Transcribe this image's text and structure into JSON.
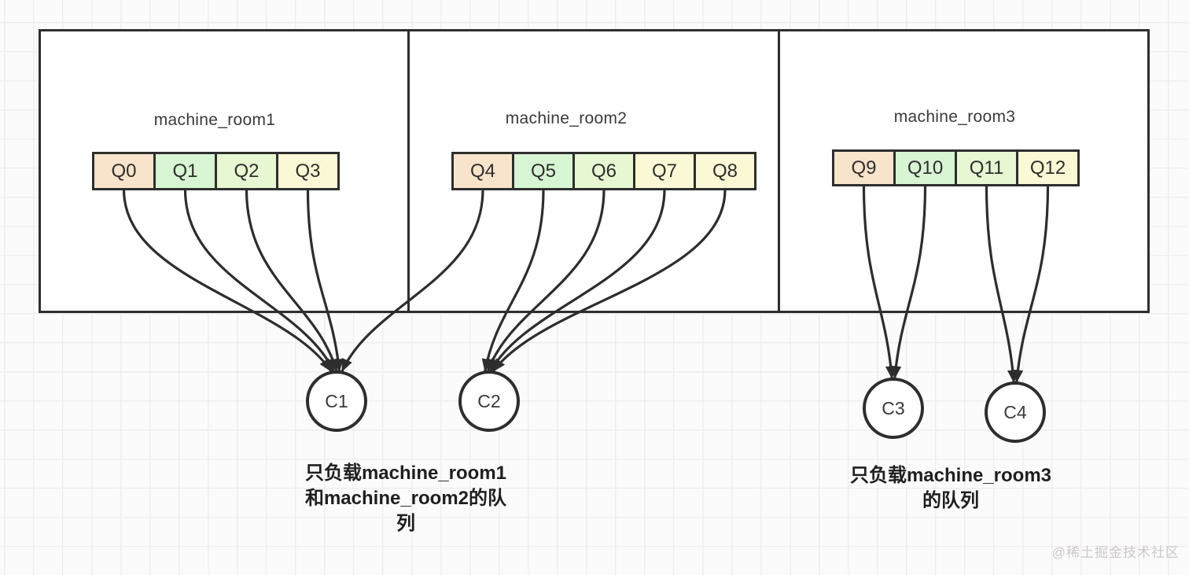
{
  "colors": {
    "stroke": "#2d2d2d",
    "queue_peach": "#f8e4cb",
    "queue_green": "#d7f5d3",
    "queue_pale_green": "#e6f7d2",
    "queue_yellow": "#fbf9d5"
  },
  "rooms": [
    {
      "name": "machine_room1",
      "queues": [
        {
          "label": "Q0",
          "color": "#f8e4cb"
        },
        {
          "label": "Q1",
          "color": "#d7f5d3"
        },
        {
          "label": "Q2",
          "color": "#e6f7d2"
        },
        {
          "label": "Q3",
          "color": "#fbf9d5"
        }
      ]
    },
    {
      "name": "machine_room2",
      "queues": [
        {
          "label": "Q4",
          "color": "#f8e4cb"
        },
        {
          "label": "Q5",
          "color": "#d7f5d3"
        },
        {
          "label": "Q6",
          "color": "#e6f7d2"
        },
        {
          "label": "Q7",
          "color": "#fbf9d5"
        },
        {
          "label": "Q8",
          "color": "#fbf9d5"
        }
      ]
    },
    {
      "name": "machine_room3",
      "queues": [
        {
          "label": "Q9",
          "color": "#f8e4cb"
        },
        {
          "label": "Q10",
          "color": "#d7f5d3"
        },
        {
          "label": "Q11",
          "color": "#e6f7d2"
        },
        {
          "label": "Q12",
          "color": "#fbf9d5"
        }
      ]
    }
  ],
  "consumers": [
    {
      "label": "C1"
    },
    {
      "label": "C2"
    },
    {
      "label": "C3"
    },
    {
      "label": "C4"
    }
  ],
  "edges": [
    {
      "from": "Q0",
      "to": "C1"
    },
    {
      "from": "Q1",
      "to": "C1"
    },
    {
      "from": "Q2",
      "to": "C1"
    },
    {
      "from": "Q3",
      "to": "C1"
    },
    {
      "from": "Q4",
      "to": "C1"
    },
    {
      "from": "Q5",
      "to": "C2"
    },
    {
      "from": "Q6",
      "to": "C2"
    },
    {
      "from": "Q7",
      "to": "C2"
    },
    {
      "from": "Q8",
      "to": "C2"
    },
    {
      "from": "Q9",
      "to": "C3"
    },
    {
      "from": "Q10",
      "to": "C3"
    },
    {
      "from": "Q11",
      "to": "C4"
    },
    {
      "from": "Q12",
      "to": "C4"
    }
  ],
  "captions": {
    "left": {
      "lines": [
        "只负载machine_room1",
        "和machine_room2的队",
        "列"
      ]
    },
    "right": {
      "lines": [
        "只负载machine_room3",
        "的队列"
      ]
    }
  },
  "watermark": "@稀土掘金技术社区"
}
